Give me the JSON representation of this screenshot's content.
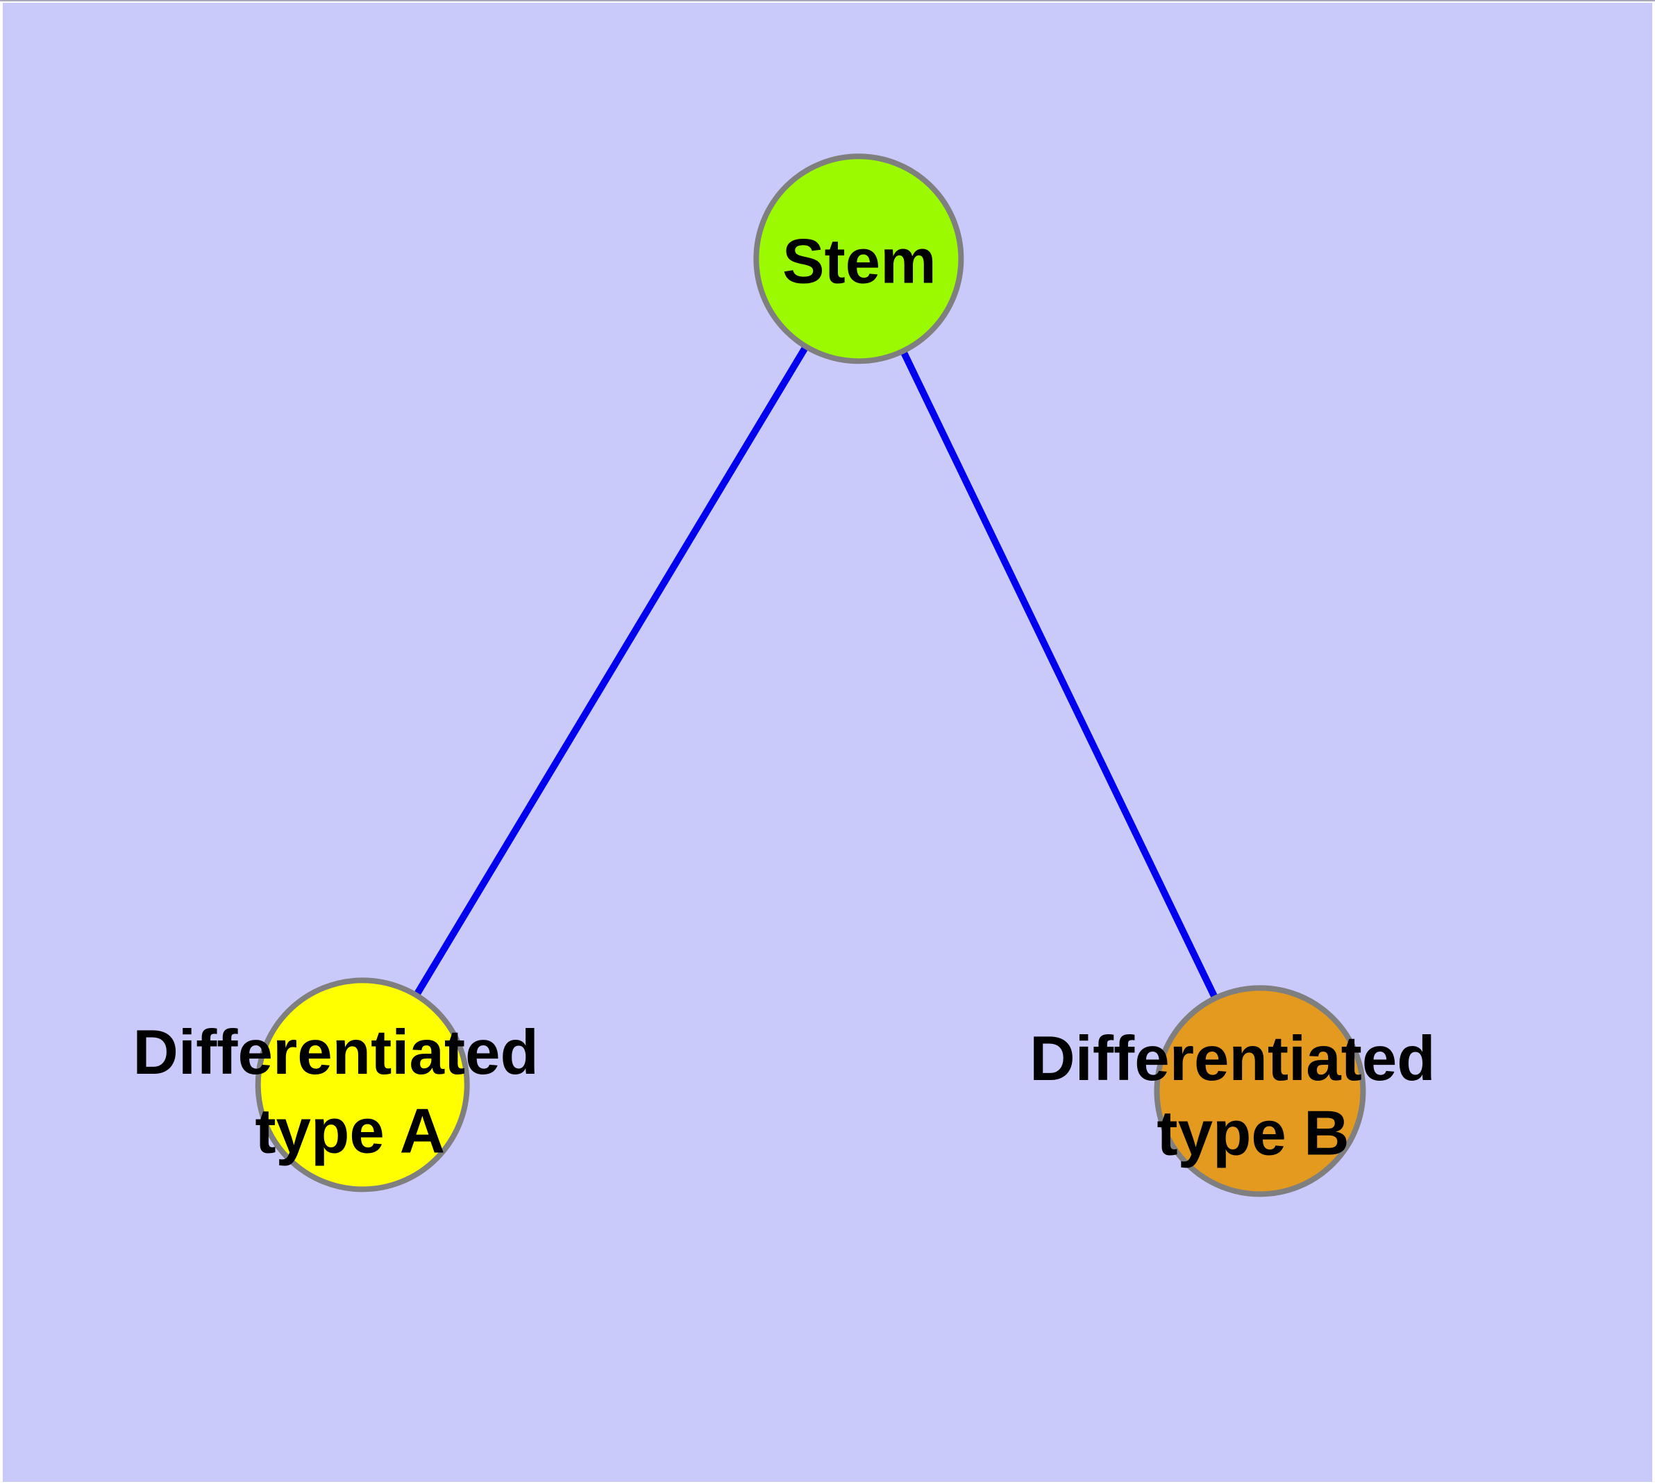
{
  "canvas": {
    "background_color": "#CACAFA",
    "frame_color": "#FFFFFF"
  },
  "graph": {
    "edge_color": "#0000EE",
    "node_border_color": "#7F7F7F",
    "label_color": "#000000",
    "nodes": [
      {
        "id": "stem",
        "label": "Stem",
        "lines": [
          "Stem"
        ],
        "fill": "#9BF900"
      },
      {
        "id": "differentiated-type-a",
        "label": "Differentiated type A",
        "lines": [
          "Differentiated",
          "type A"
        ],
        "fill": "#FFFF00"
      },
      {
        "id": "differentiated-type-b",
        "label": "Differentiated type B",
        "lines": [
          "Differentiated",
          "type B"
        ],
        "fill": "#E49A1F"
      }
    ],
    "edges": [
      {
        "from": "Stem",
        "to": "Differentiated type A"
      },
      {
        "from": "Stem",
        "to": "Differentiated type B"
      }
    ]
  }
}
